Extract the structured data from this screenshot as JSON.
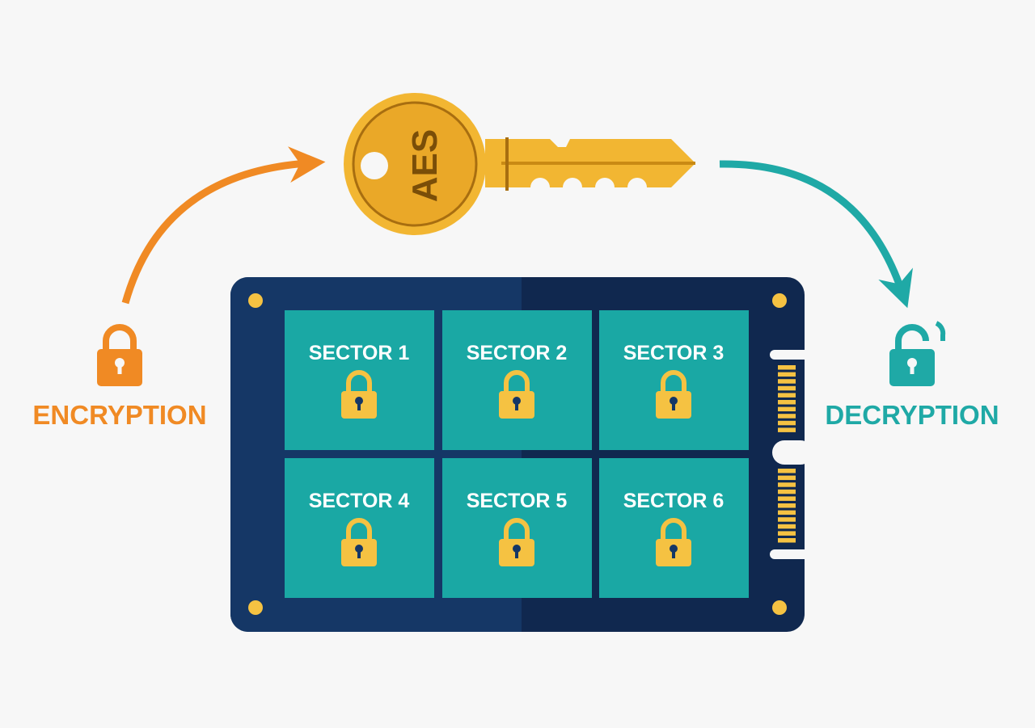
{
  "key": {
    "label": "AES"
  },
  "left": {
    "label": "ENCRYPTION"
  },
  "right": {
    "label": "DECRYPTION"
  },
  "sectors": [
    "SECTOR 1",
    "SECTOR 2",
    "SECTOR 3",
    "SECTOR 4",
    "SECTOR 5",
    "SECTOR 6"
  ],
  "colors": {
    "orange": "#f08a24",
    "teal": "#1fa9a6",
    "gold": "#f2b632",
    "navy": "#153766",
    "navy_dark": "#10284f",
    "sector": "#1aa8a4",
    "lock": "#f5c242"
  }
}
